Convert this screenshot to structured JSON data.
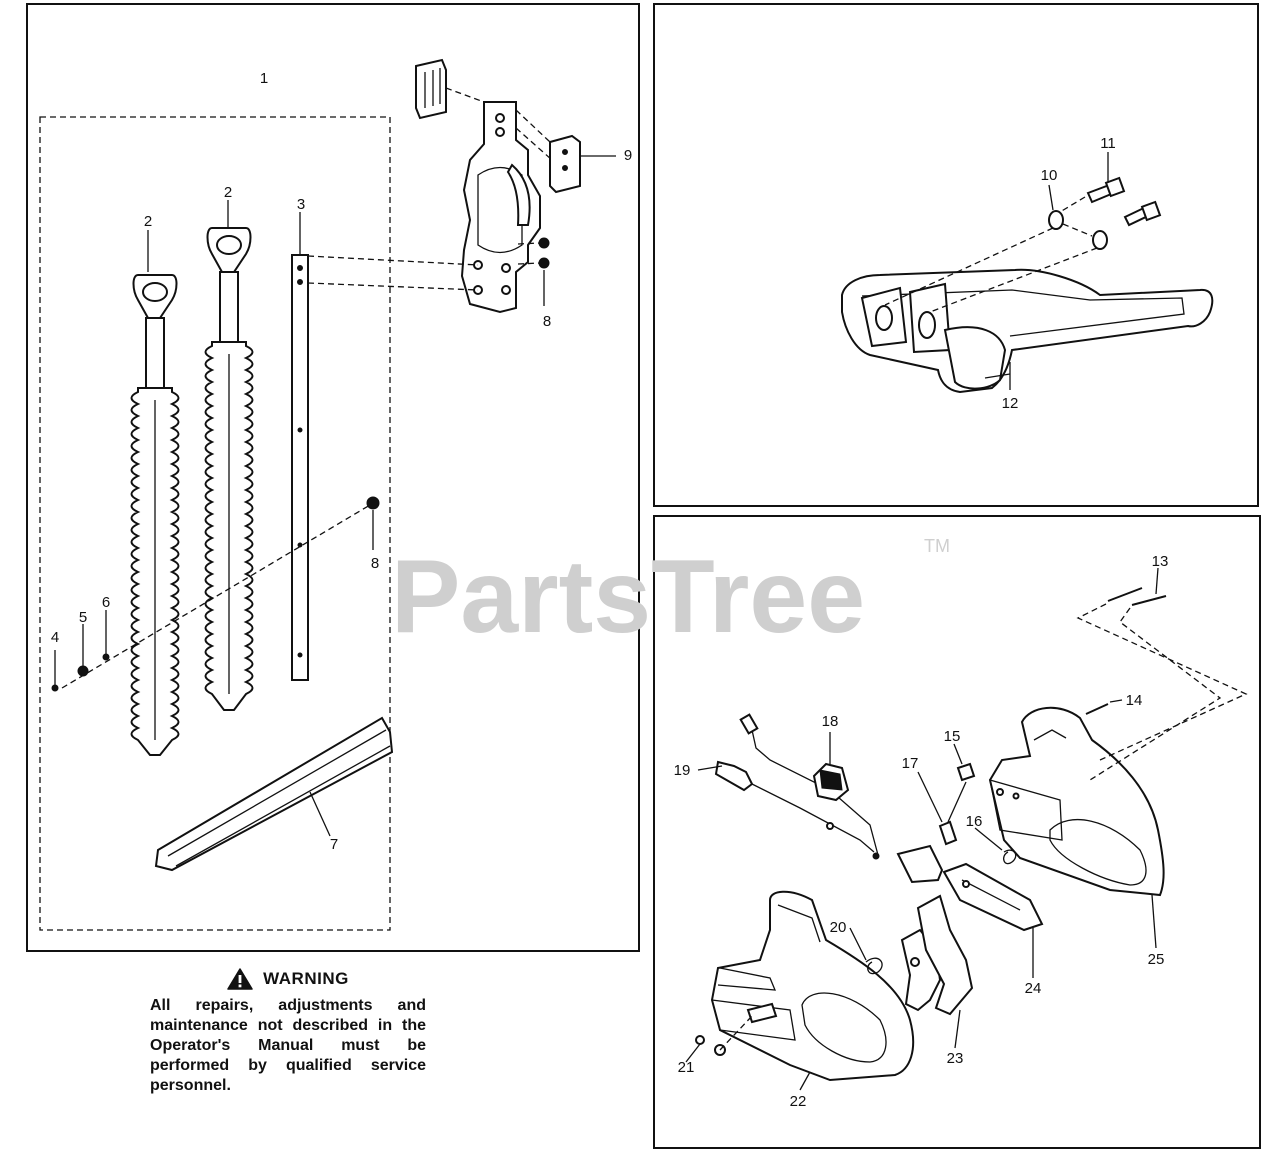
{
  "watermark": {
    "brand": "PartsTree",
    "tm": "TM"
  },
  "callouts": {
    "c1": "1",
    "c2a": "2",
    "c2b": "2",
    "c3": "3",
    "c4": "4",
    "c5": "5",
    "c6": "6",
    "c7": "7",
    "c8a": "8",
    "c8b": "8",
    "c9": "9",
    "c10": "10",
    "c11": "11",
    "c12": "12",
    "c13": "13",
    "c14": "14",
    "c15": "15",
    "c16": "16",
    "c17": "17",
    "c18": "18",
    "c19": "19",
    "c20": "20",
    "c21": "21",
    "c22": "22",
    "c23": "23",
    "c24": "24",
    "c25": "25"
  },
  "warning": {
    "title": "WARNING",
    "text": "All repairs, adjustments and maintenance not described in the Operator's Manual must be performed by qualified service personnel."
  }
}
